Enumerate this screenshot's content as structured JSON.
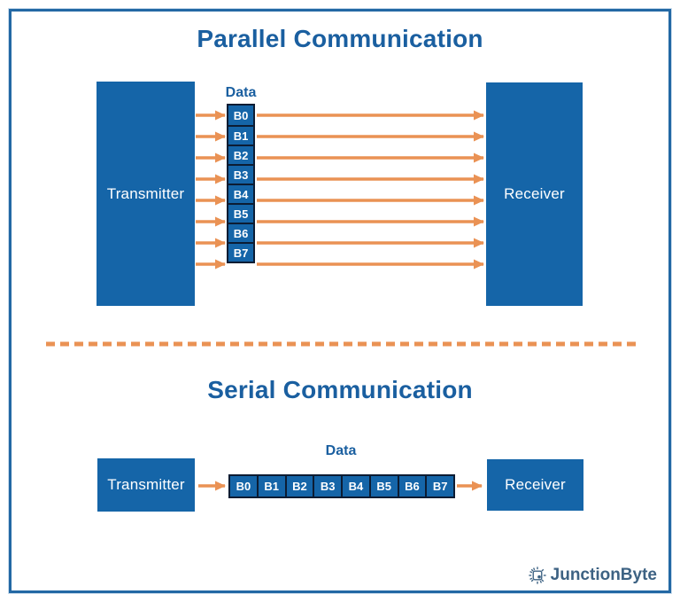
{
  "colors": {
    "box_blue": "#1565A8",
    "title_blue": "#1A5FA0",
    "arrow_orange": "#EA9254",
    "bit_border": "#0C1C33",
    "logo_color": "#3D6283",
    "border_blue": "#2368A4"
  },
  "parallel": {
    "title": "Parallel Communication",
    "transmitter_label": "Transmitter",
    "receiver_label": "Receiver",
    "data_label": "Data",
    "bits": [
      "B0",
      "B1",
      "B2",
      "B3",
      "B4",
      "B5",
      "B6",
      "B7"
    ]
  },
  "serial": {
    "title": "Serial Communication",
    "transmitter_label": "Transmitter",
    "receiver_label": "Receiver",
    "data_label": "Data",
    "bits": [
      "B0",
      "B1",
      "B2",
      "B3",
      "B4",
      "B5",
      "B6",
      "B7"
    ]
  },
  "footer": {
    "brand": "JunctionByte"
  }
}
